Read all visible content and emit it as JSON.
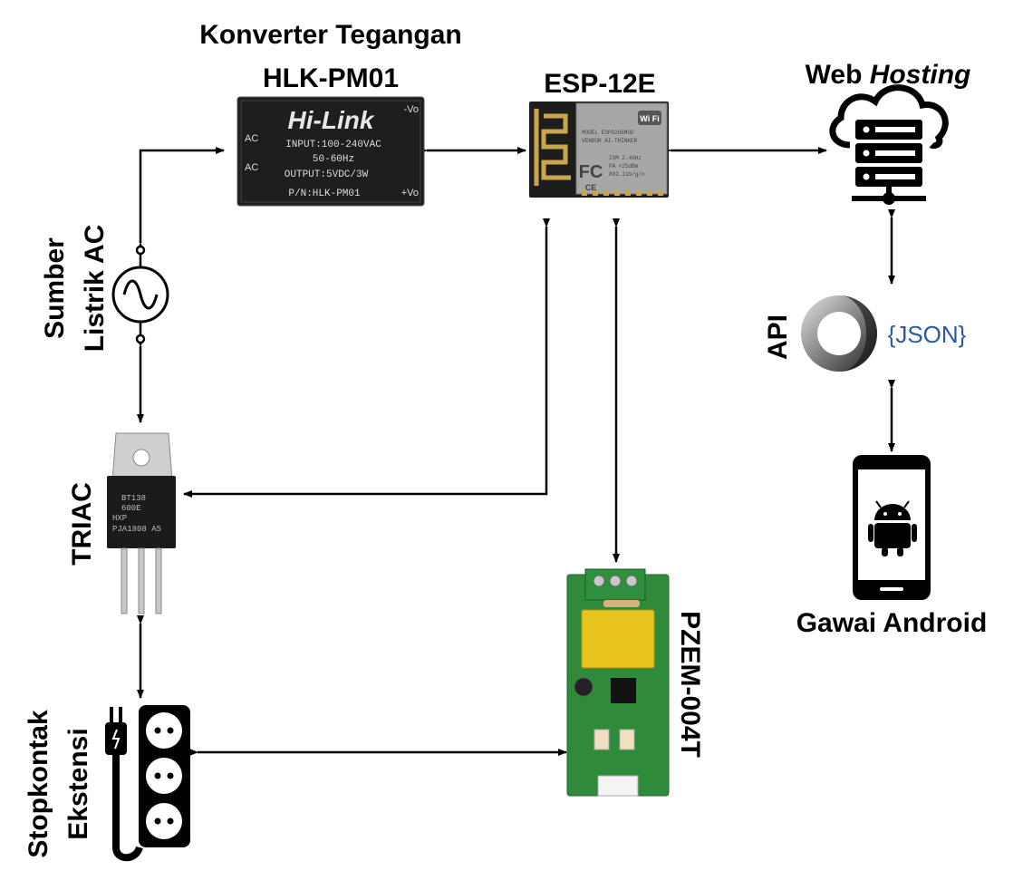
{
  "labels": {
    "hlk_title_line1": "Konverter Tegangan",
    "hlk_title_line2": "HLK-PM01",
    "esp_title": "ESP-12E",
    "web_title_plain": "Web ",
    "web_title_italic": "Hosting",
    "ac_source_line1": "Sumber",
    "ac_source_line2": "Listrik AC",
    "triac": "TRIAC",
    "socket_line1": "Stopkontak",
    "socket_line2": "Ekstensi",
    "pzem": "PZEM-004T",
    "api": "API",
    "android": "Gawai Android"
  },
  "hlk_module": {
    "logo": "Hi-Link",
    "pin_ac1": "AC",
    "pin_ac2": "AC",
    "pin_vneg": "-Vo",
    "pin_vpos": "+Vo",
    "input": "INPUT:100-240VAC",
    "freq": "50-60Hz",
    "output": "OUTPUT:5VDC/3W",
    "part": "P/N:HLK-PM01"
  },
  "esp_module": {
    "wifi": "Wi Fi",
    "fc": "FC",
    "ce": "CE",
    "model": "MODEL ESP8266MOD",
    "vendor": "VENDOR AI-THINKER",
    "ism": "ISM 2.4GHz",
    "pa": "PA +25dBm",
    "std": "802.11b/g/n"
  },
  "triac_chip": {
    "line1": "BT138",
    "line2": "600E",
    "line3": "HXP",
    "line4": "PJA1808 A5"
  },
  "json_logo": {
    "text": "{JSON}"
  },
  "colors": {
    "arrow": "#000000",
    "hlk_body": "#222222",
    "esp_shield": "#9a9a9a",
    "pcb_green": "#2f8a3a",
    "relay_yellow": "#e8c51e",
    "json_text": "#2a5aa0"
  }
}
